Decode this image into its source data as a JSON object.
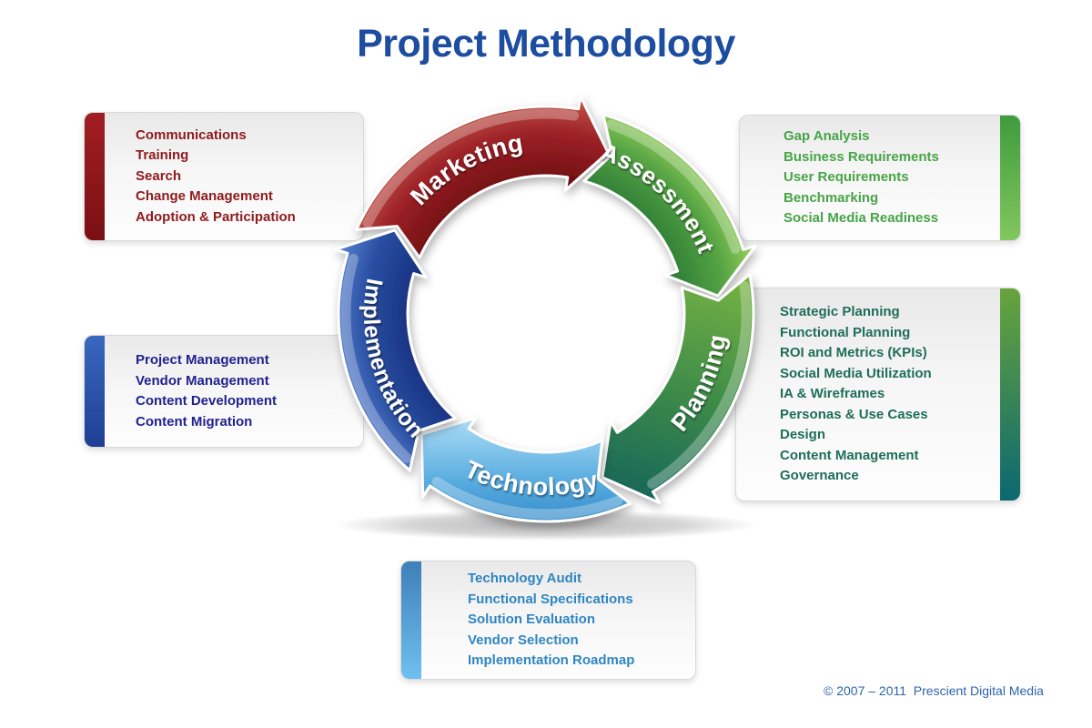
{
  "title": {
    "text": "Project Methodology",
    "color": "#1d4da0"
  },
  "cycle": {
    "label_color": "#ffffff",
    "segments": [
      {
        "id": "marketing",
        "label": "Marketing",
        "colors": [
          "#6f0e11",
          "#9c2127",
          "#c4584a"
        ]
      },
      {
        "id": "assessment",
        "label": "Assessment",
        "colors": [
          "#2e7d36",
          "#55a344",
          "#9ed45c"
        ]
      },
      {
        "id": "planning",
        "label": "Planning",
        "colors": [
          "#76b242",
          "#3c8a4a",
          "#11605c"
        ]
      },
      {
        "id": "technology",
        "label": "Technology",
        "colors": [
          "#a6d9f4",
          "#57abdf",
          "#2a7fc0"
        ]
      },
      {
        "id": "implementation",
        "label": "Implementation",
        "colors": [
          "#17307f",
          "#2a4fa2",
          "#5b87d4"
        ]
      }
    ]
  },
  "callouts": [
    {
      "id": "marketing",
      "side": "left",
      "accent_from": "#a11e23",
      "accent_to": "#7a1014",
      "text_color": "#8e1b1e",
      "items": [
        "Communications",
        "Training",
        "Search",
        "Change Management",
        "Adoption & Participation"
      ]
    },
    {
      "id": "assessment",
      "side": "right",
      "accent_from": "#3f9b3c",
      "accent_to": "#82c75f",
      "text_color": "#47a447",
      "items": [
        "Gap Analysis",
        "Business Requirements",
        "User Requirements",
        "Benchmarking",
        "Social Media Readiness"
      ]
    },
    {
      "id": "planning",
      "side": "right",
      "accent_from": "#68a43c",
      "accent_to": "#0c6871",
      "text_color": "#1f6e58",
      "items": [
        "Strategic Planning",
        "Functional Planning",
        "ROI and Metrics (KPIs)",
        "Social Media Utilization",
        "IA & Wireframes",
        "Personas & Use Cases",
        "Design",
        "Content Management",
        "Governance"
      ]
    },
    {
      "id": "implementation",
      "side": "left",
      "accent_from": "#3a67bf",
      "accent_to": "#1d3f94",
      "text_color": "#22228f",
      "items": [
        "Project Management",
        "Vendor Management",
        "Content Development",
        "Content Migration"
      ]
    },
    {
      "id": "technology",
      "side": "left",
      "accent_from": "#3f7fb8",
      "accent_to": "#6ec0f0",
      "text_color": "#2f86c2",
      "items": [
        "Technology Audit",
        "Functional Specifications",
        "Solution Evaluation",
        "Vendor Selection",
        "Implementation Roadmap"
      ]
    }
  ],
  "footer": {
    "text": "© 2007 – 2011  Prescient Digital Media",
    "color": "#2e64ad"
  }
}
